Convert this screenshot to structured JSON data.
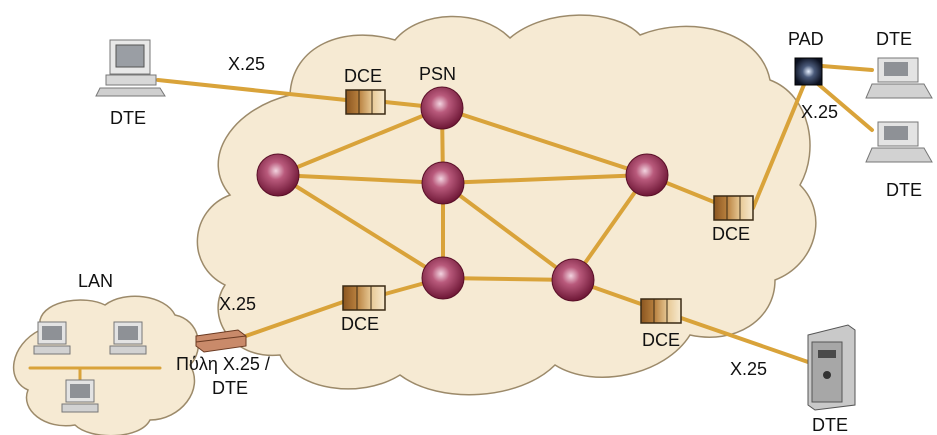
{
  "labels": {
    "dte_top_left": "DTE",
    "x25_top_left": "X.25",
    "dce_top": "DCE",
    "psn": "PSN",
    "pad": "PAD",
    "dte_top_right": "DTE",
    "x25_pad": "X.25",
    "dte_mid_right": "DTE",
    "dce_right": "DCE",
    "lan": "LAN",
    "x25_gateway": "X.25",
    "dce_left": "DCE",
    "gateway_line1": "Πύλη X.25 /",
    "gateway_line2": "DTE",
    "dce_bottom": "DCE",
    "x25_bottom_right": "X.25",
    "dte_bottom_right": "DTE"
  },
  "colors": {
    "link": "#d9a33a",
    "cloud_fill": "#f6ead3",
    "cloud_stroke": "#9c8a6a",
    "node": "#8a2747",
    "node_highlight": "#f2d3df"
  }
}
